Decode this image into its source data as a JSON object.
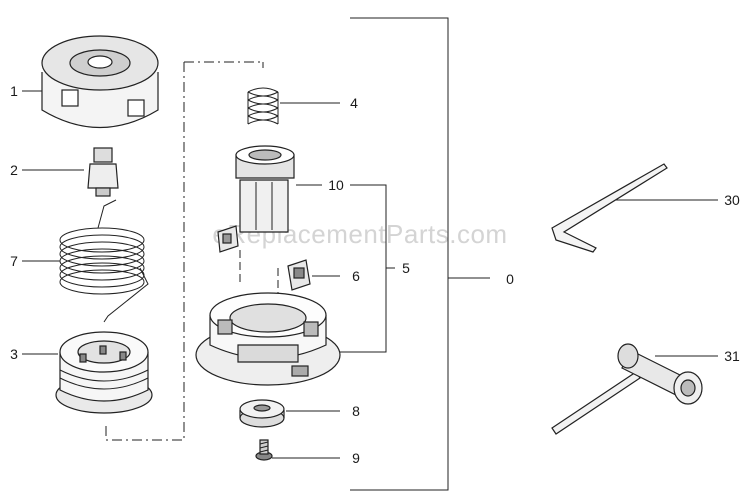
{
  "diagram": {
    "watermark": "eReplacementParts.com",
    "callouts": {
      "c1": "1",
      "c2": "2",
      "c7": "7",
      "c3": "3",
      "c4": "4",
      "c10": "10",
      "c6": "6",
      "c5": "5",
      "c8": "8",
      "c9": "9",
      "c0": "0",
      "c30": "30",
      "c31": "31"
    }
  }
}
